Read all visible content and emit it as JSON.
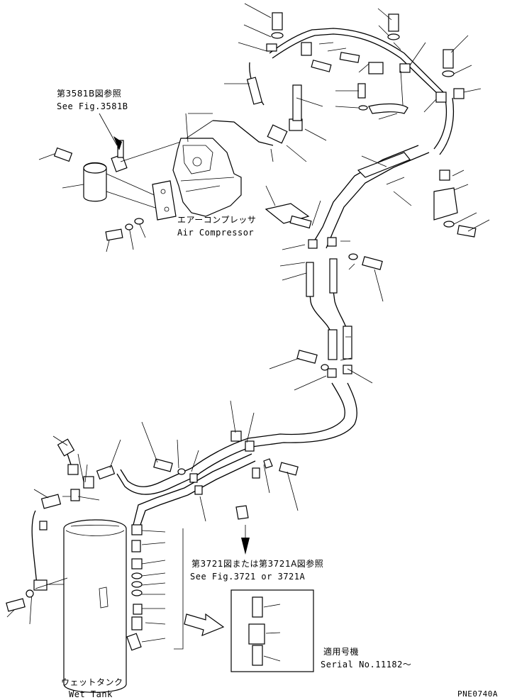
{
  "labels": {
    "ref_3581b_jp": "第3581B図参照",
    "ref_3581b_en": "See Fig.3581B",
    "air_compressor_jp": "エアーコンプレッサ",
    "air_compressor_en": "Air Compressor",
    "ref_3721_jp": "第3721図または第3721A図参照",
    "ref_3721_en": "See Fig.3721 or 3721A",
    "serial_jp": "適用号機",
    "serial_en": "Serial No.11182〜",
    "wet_tank_jp": "ウェットタンク",
    "wet_tank_en": "Wet Tank",
    "drawing_code": "PNE0740A"
  }
}
